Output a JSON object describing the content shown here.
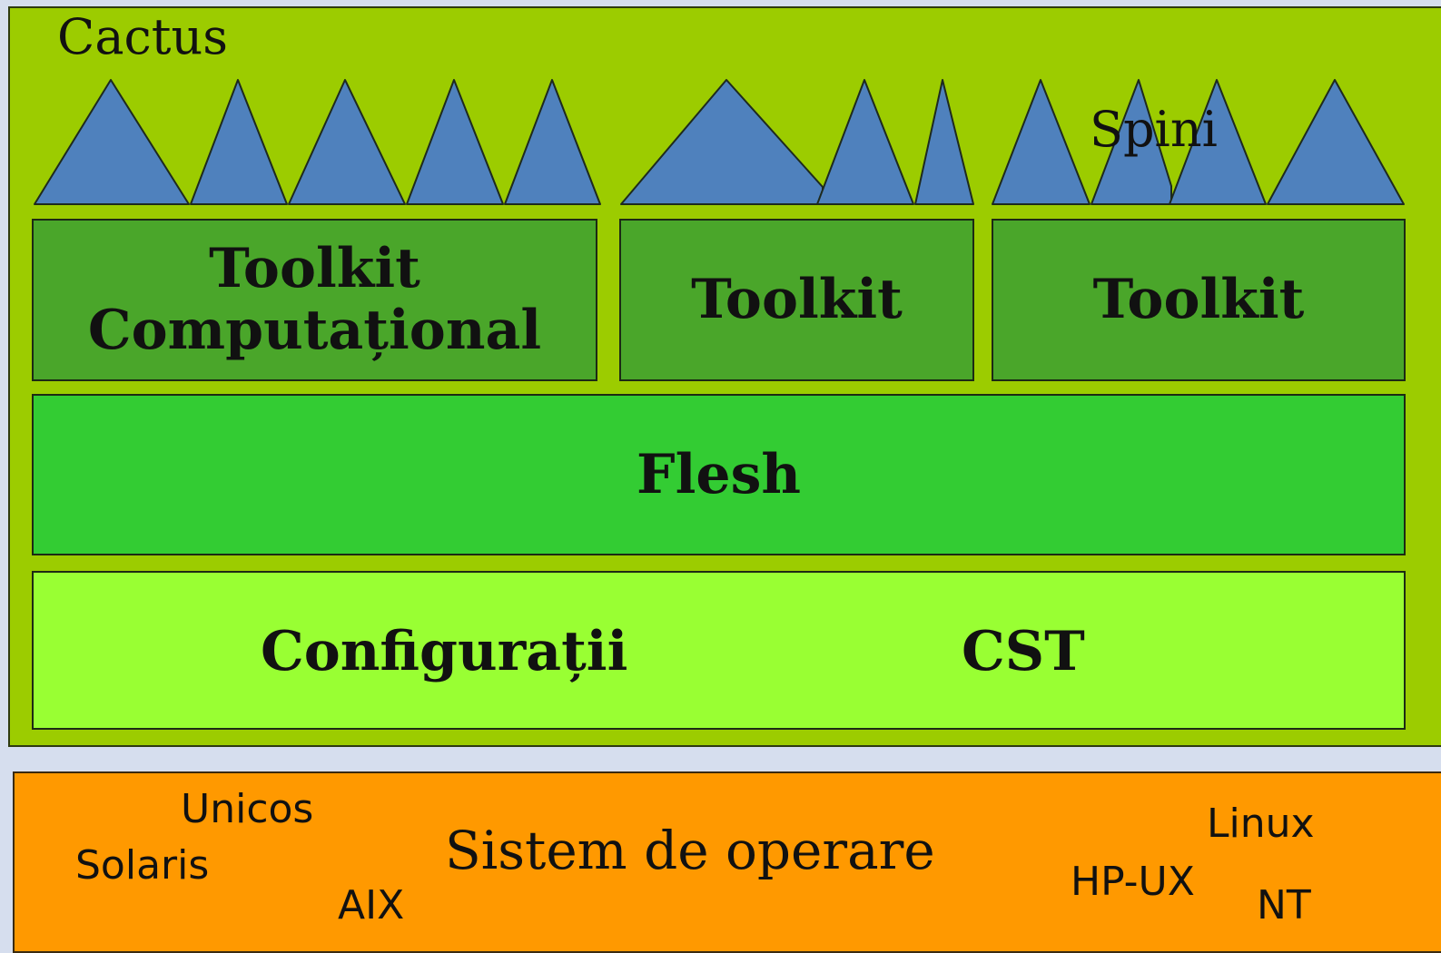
{
  "cactus": {
    "title": "Cactus",
    "spines_label": "Spini",
    "colors": {
      "panel": "#9ccc00",
      "spine": "#4f81bd",
      "toolkit": "#4aa62a",
      "flesh": "#33cc33",
      "config": "#99ff33"
    }
  },
  "toolkits": {
    "computational_line1": "Toolkit",
    "computational_line2": "Computațional",
    "second": "Toolkit",
    "third": "Toolkit"
  },
  "flesh": {
    "label": "Flesh"
  },
  "config": {
    "configurations_label": "Configurații",
    "cst_label": "CST"
  },
  "os": {
    "title": "Sistem de operare",
    "unicos": "Unicos",
    "solaris": "Solaris",
    "aix": "AIX",
    "linux": "Linux",
    "hpux": "HP-UX",
    "nt": "NT",
    "color": "#ff9900"
  }
}
